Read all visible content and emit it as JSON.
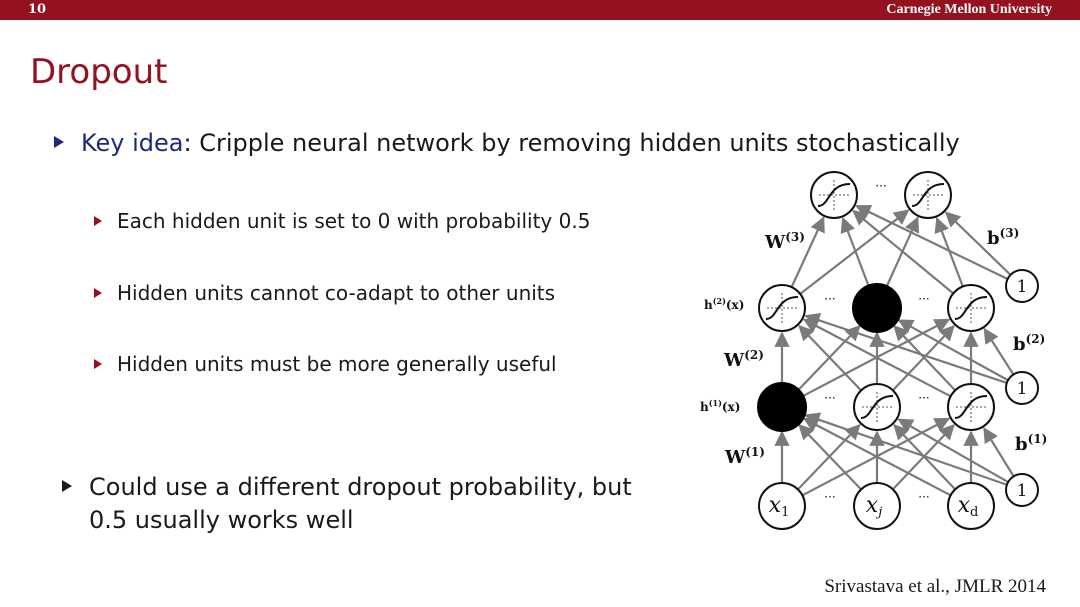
{
  "header": {
    "slide_number": "10",
    "university": "Carnegie Mellon University",
    "bar_color": "#941120"
  },
  "title": "Dropout",
  "main_bullet": {
    "key": "Key idea",
    "text": ": Cripple neural network by removing hidden units stochastically"
  },
  "sub_bullets": [
    "Each hidden unit is set to 0 with probability 0.5",
    "Hidden units cannot co-adapt to other units",
    "Hidden units must be more generally useful"
  ],
  "bottom_bullet": {
    "line1": "Could use a different dropout probability, but",
    "line2": "0.5 usually works well"
  },
  "citation": "Srivastava et al., JMLR 2014",
  "diagram": {
    "weight_labels": [
      "W",
      "W",
      "W"
    ],
    "weight_superscripts": [
      "(3)",
      "(2)",
      "(1)"
    ],
    "bias_labels": [
      "b",
      "b",
      "b"
    ],
    "bias_superscripts": [
      "(3)",
      "(2)",
      "(1)"
    ],
    "hidden_labels": [
      "h",
      "h"
    ],
    "hidden_superscripts": [
      "(2)",
      "(1)"
    ],
    "hidden_suffix": "(x)",
    "bias_unit": "1",
    "ellipsis": "···",
    "input_base": "x",
    "input_subscripts": [
      "1",
      "j",
      "d"
    ],
    "dropped_color": "#000000"
  }
}
